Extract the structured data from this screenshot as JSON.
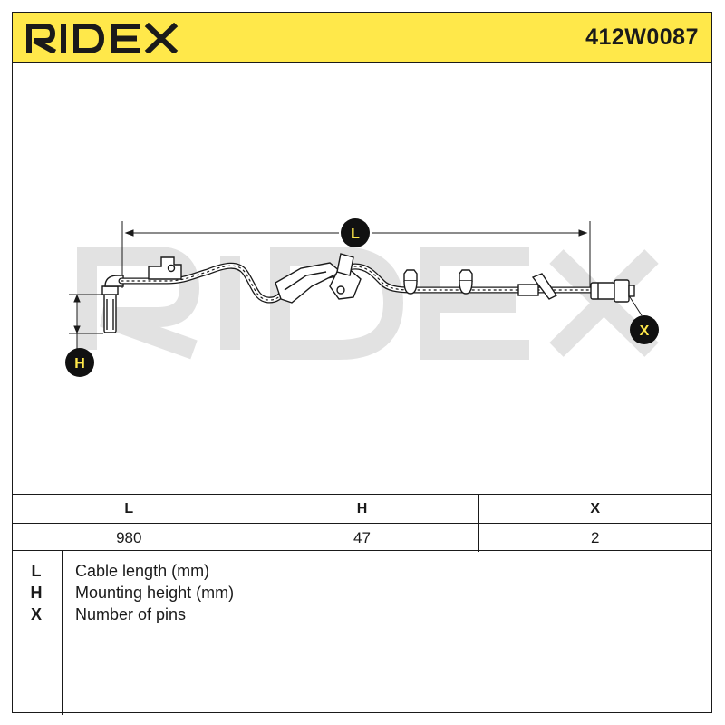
{
  "header": {
    "brand": "RIDEX",
    "part_number": "412W0087",
    "background_color": "#ffe84a"
  },
  "drawing": {
    "watermark": "RIDEX",
    "callouts": {
      "length": "L",
      "height": "H",
      "pins": "X"
    }
  },
  "spec_table": {
    "columns": [
      "L",
      "H",
      "X"
    ],
    "values": [
      "980",
      "47",
      "2"
    ]
  },
  "legend": [
    {
      "key": "L",
      "desc": "Cable length (mm)"
    },
    {
      "key": "H",
      "desc": "Mounting height (mm)"
    },
    {
      "key": "X",
      "desc": "Number of pins"
    }
  ]
}
